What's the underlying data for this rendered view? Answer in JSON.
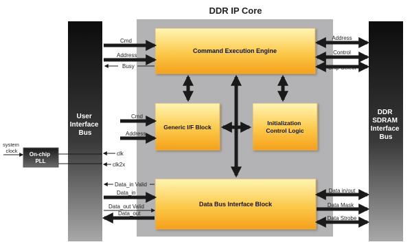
{
  "title": "DDR IP Core",
  "blocks": {
    "user_bus": [
      "User",
      "Interface",
      "Bus"
    ],
    "ddr_bus": [
      "DDR",
      "SDRAM",
      "Interface",
      "Bus"
    ],
    "cmd_engine": "Command Execution Engine",
    "generic_if": "Generic I/F Block",
    "init_ctrl": [
      "Initialization",
      "Control Logic"
    ],
    "data_bus": "Data Bus Interface Block",
    "pll": [
      "On-chip",
      "PLL"
    ]
  },
  "signals": {
    "system_clock": [
      "system",
      "clock"
    ],
    "cmd_top": "Cmd",
    "address_top": "Address",
    "busy": "Busy",
    "cmd_mid": "Cmd",
    "address_mid": "Address",
    "clk": "clk",
    "clk2x": "clk2x",
    "data_in_valid": "Data_in Valid",
    "data_in": "Data_in",
    "data_out_valid": "Data_out Valid",
    "data_out": "Data_out",
    "address_right": "Address",
    "control": "Control",
    "chip_select": "Chip Select",
    "data_inout": "Data in/out",
    "data_mask": "Data Mask",
    "data_strobe": "Data Strobe"
  },
  "colors": {
    "core_bg": "#b3b3b5",
    "block_fill_top": "#fff2a6",
    "block_fill_bottom": "#f8a51a",
    "block_border": "#d9b36a",
    "bus_dark": "#111111",
    "bus_light": "#9a9a9a",
    "arrow": "#1a1a1a"
  }
}
